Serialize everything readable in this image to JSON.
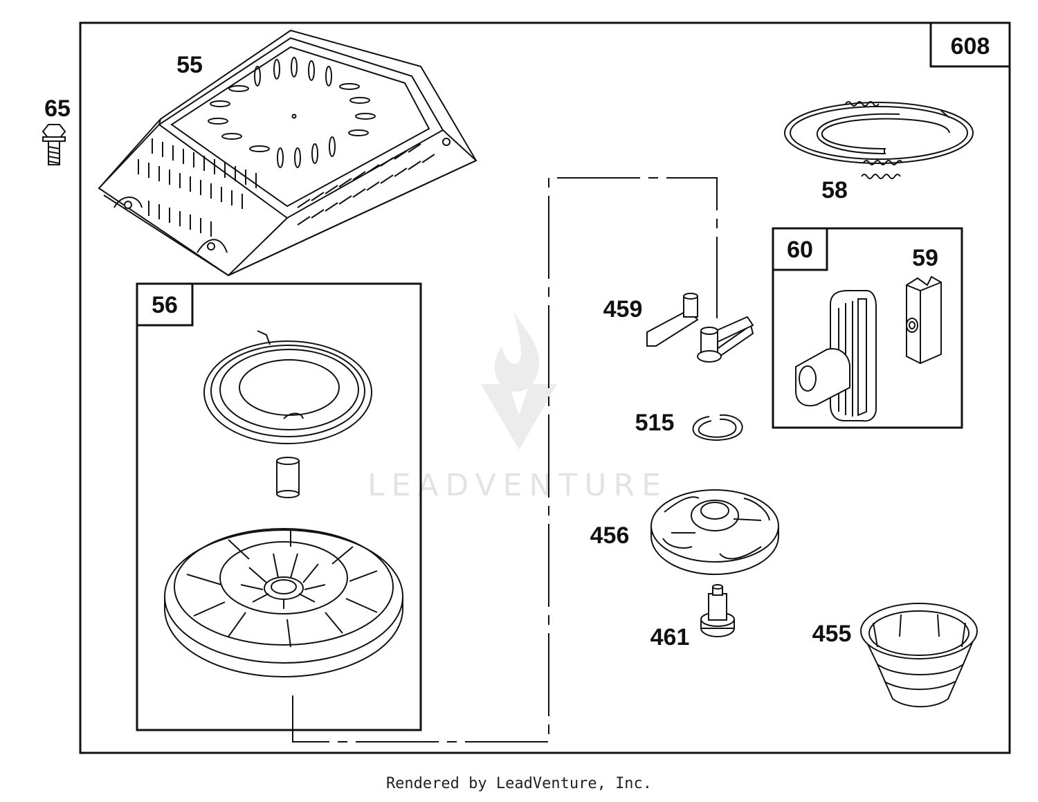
{
  "diagram": {
    "assembly_number": "608",
    "callouts": {
      "p55": "55",
      "p65": "65",
      "p56": "56",
      "p58": "58",
      "p60": "60",
      "p59": "59",
      "p459": "459",
      "p515": "515",
      "p456": "456",
      "p461": "461",
      "p455": "455"
    },
    "watermark": "LEADVENTURE",
    "footer": "Rendered by LeadVenture, Inc."
  }
}
